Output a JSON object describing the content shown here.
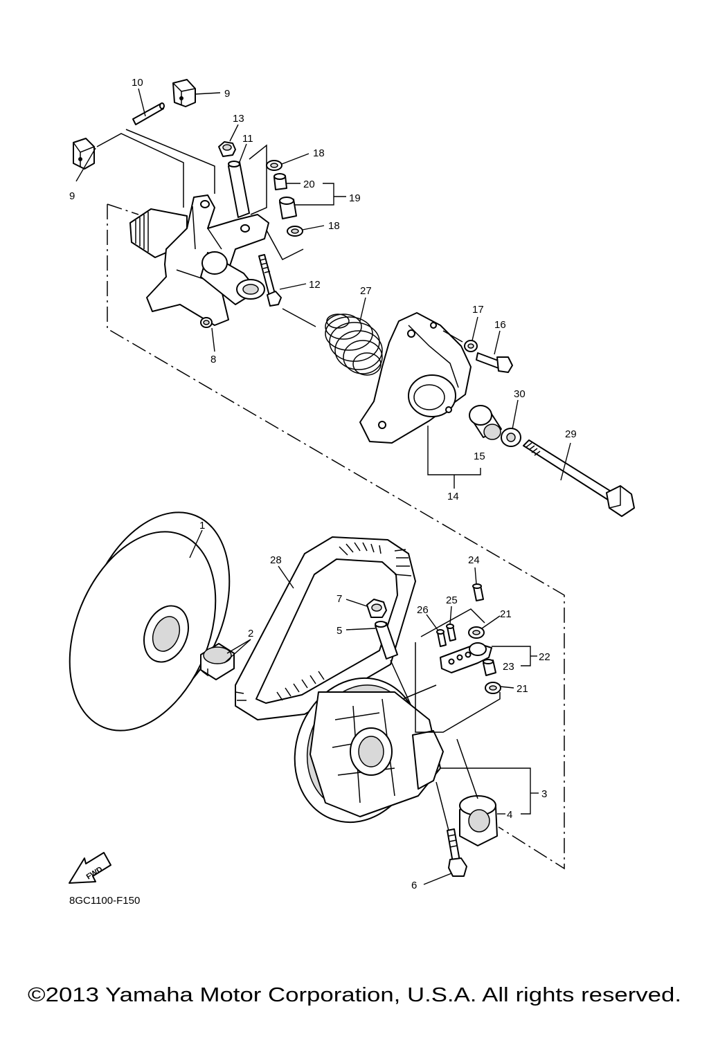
{
  "diagram": {
    "callouts": {
      "p1": "1",
      "p2": "2",
      "p3": "3",
      "p4": "4",
      "p5": "5",
      "p6": "6",
      "p7": "7",
      "p8": "8",
      "p9a": "9",
      "p9b": "9",
      "p10": "10",
      "p11": "11",
      "p12": "12",
      "p13": "13",
      "p14": "14",
      "p15": "15",
      "p16": "16",
      "p17": "17",
      "p18a": "18",
      "p18b": "18",
      "p19": "19",
      "p20": "20",
      "p21a": "21",
      "p21b": "21",
      "p22": "22",
      "p23": "23",
      "p24": "24",
      "p25": "25",
      "p26": "26",
      "p27": "27",
      "p28": "28",
      "p29": "29",
      "p30": "30"
    },
    "fwd_label": "FWD",
    "drawing_code": "8GC1100-F150"
  },
  "footer": {
    "copyright": "©2013 Yamaha Motor Corporation, U.S.A. All rights reserved."
  }
}
